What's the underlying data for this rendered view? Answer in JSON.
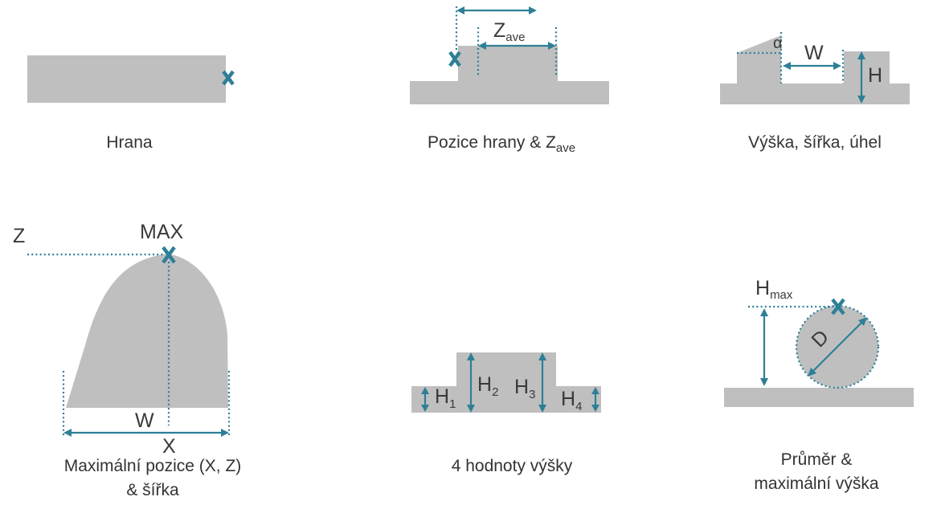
{
  "colors": {
    "accent": "#2e7f96",
    "shape": "#bfbfbf",
    "text": "#3a3a3a"
  },
  "panels": {
    "edge": {
      "caption": "Hrana"
    },
    "edge_zave": {
      "caption_main": "Pozice hrany & Z",
      "caption_sub": "ave",
      "z_main": "Z",
      "z_sub": "ave"
    },
    "height_width_angle": {
      "caption": "Výška, šířka, úhel",
      "alpha": "α",
      "w": "W",
      "h": "H"
    },
    "max_pos": {
      "caption_line1": "Maximální pozice (X, Z)",
      "caption_line2": "& šířka",
      "z": "Z",
      "max": "MAX",
      "w": "W",
      "x": "X"
    },
    "four_heights": {
      "caption": "4 hodnoty výšky",
      "h1": "H",
      "h1_sub": "1",
      "h2": "H",
      "h2_sub": "2",
      "h3": "H",
      "h3_sub": "3",
      "h4": "H",
      "h4_sub": "4"
    },
    "diameter": {
      "caption_line1": "Průměr &",
      "caption_line2": "maximální výška",
      "hmax": "H",
      "hmax_sub": "max",
      "d": "D"
    }
  }
}
